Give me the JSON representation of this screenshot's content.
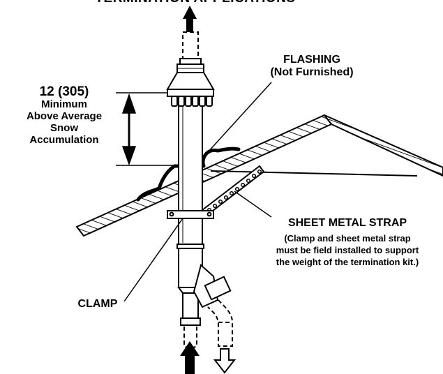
{
  "title": "TERMINATION APPLICATIONS",
  "dimension": {
    "value": "12 (305)",
    "lines": [
      "Minimum",
      "Above Average",
      "Snow",
      "Accumulation"
    ]
  },
  "flashing": {
    "lines": [
      "FLASHING",
      "(Not Furnished)"
    ]
  },
  "strap": {
    "heading": "SHEET METAL STRAP",
    "lines": [
      "(Clamp and sheet metal strap",
      "must be field installed to support",
      "the weight of the termination kit.)"
    ]
  },
  "clamp": {
    "label": "CLAMP"
  },
  "colors": {
    "ink": "#000000",
    "paper": "#ffffff"
  },
  "icons": [
    "up-arrow-icon",
    "down-arrow-icon"
  ]
}
